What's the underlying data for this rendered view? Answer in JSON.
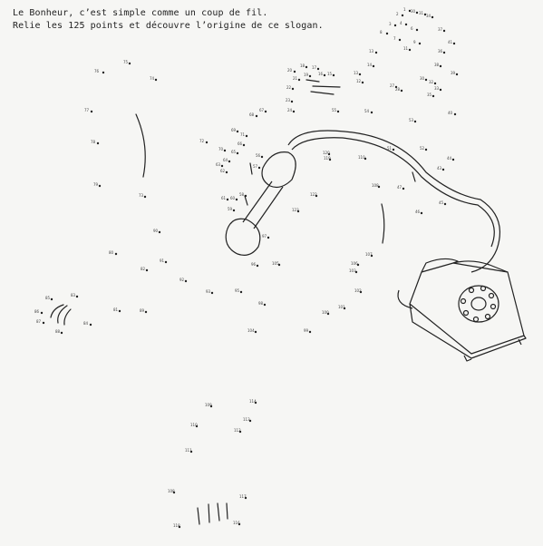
{
  "instructions": {
    "line1": "Le Bonheur, c’est simple comme un coup de fil.",
    "line2": "Relie les 125 points et découvre l’origine de ce slogan."
  },
  "puzzle": {
    "total_points": 125,
    "ink_color": "#222222",
    "icons": [
      "telephone-icon",
      "handset-icon",
      "cord"
    ]
  }
}
